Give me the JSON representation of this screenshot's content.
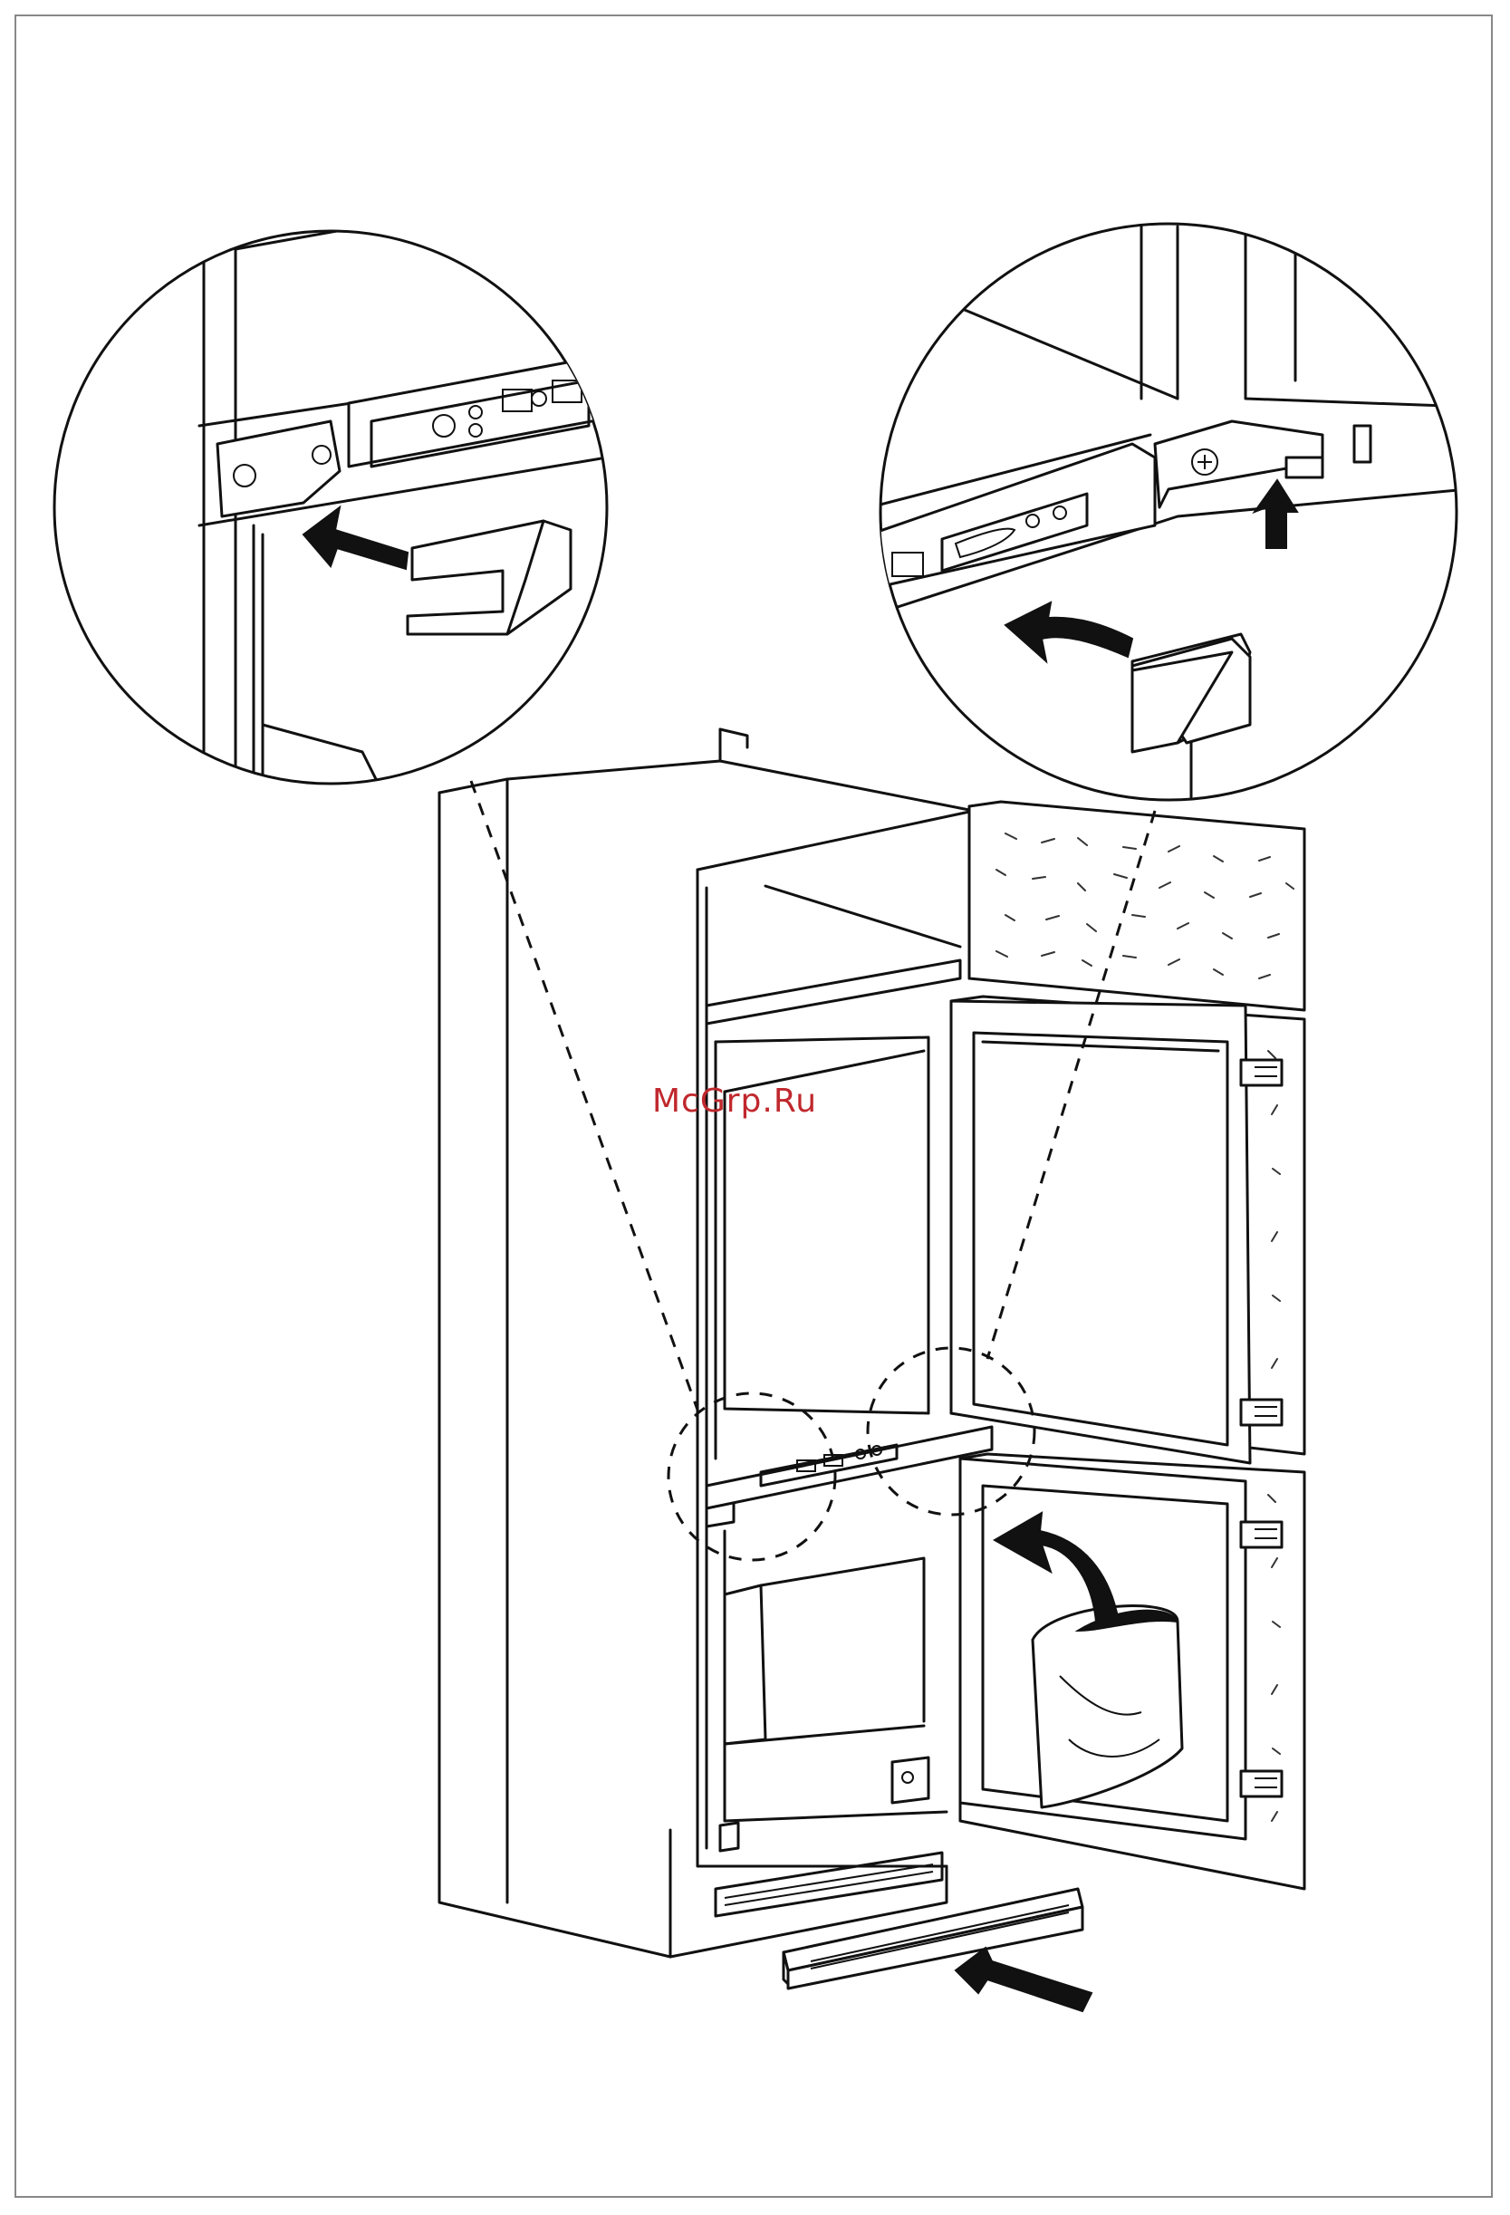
{
  "watermark": {
    "text": "McGrp.Ru",
    "color": "#c0282d"
  },
  "colors": {
    "line": "#111111",
    "frame": "#888888",
    "background": "#ffffff"
  },
  "callouts": [
    {
      "name": "left-zoom",
      "icon": "hinge-cover-fit-icon"
    },
    {
      "name": "right-zoom",
      "icon": "hinge-cover-remove-icon"
    }
  ]
}
